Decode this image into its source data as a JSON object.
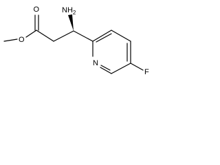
{
  "molecule": {
    "labels": {
      "amino": {
        "main": "NH",
        "subscript": "2"
      },
      "carbonyl_oxygen": "O",
      "ester_oxygen": "O",
      "ring_nitrogen": "N",
      "fluorine": "F"
    },
    "colors": {
      "bond": "#000000",
      "text": "#000000",
      "background": "#ffffff"
    }
  }
}
